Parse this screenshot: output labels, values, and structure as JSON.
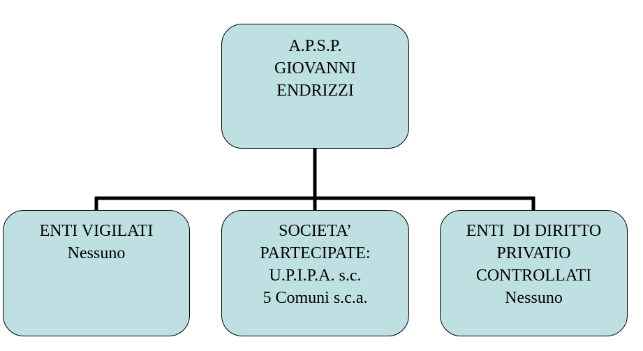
{
  "root": {
    "lines": [
      "A.P.S.P.",
      "GIOVANNI",
      "ENDRIZZI"
    ]
  },
  "children": [
    {
      "lines": [
        "ENTI VIGILATI",
        "Nessuno"
      ]
    },
    {
      "lines": [
        "SOCIETA’",
        "PARTECIPATE:",
        "U.P.I.P.A. s.c.",
        "5 Comuni s.c.a."
      ]
    },
    {
      "lines": [
        "ENTI  DI DIRITTO",
        "PRIVATIO",
        "CONTROLLATI",
        "Nessuno"
      ]
    }
  ],
  "colors": {
    "box_fill": "#bee0e3",
    "box_border": "#000000",
    "connector": "#000000"
  }
}
